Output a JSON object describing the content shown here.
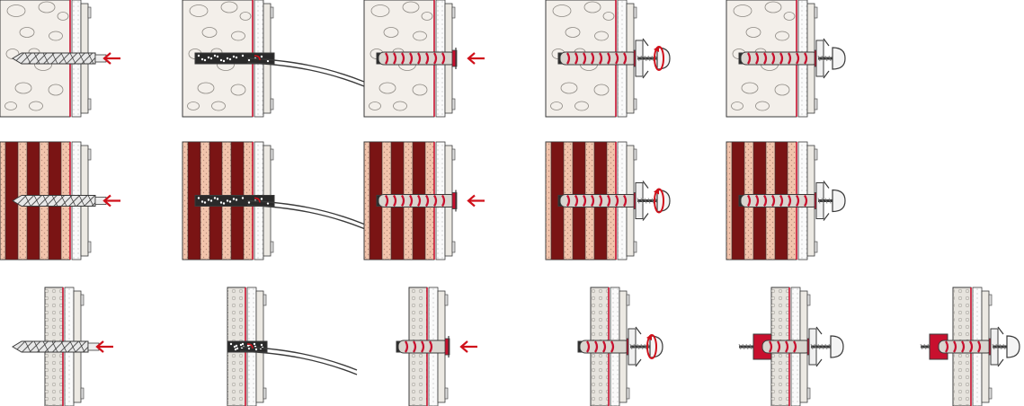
{
  "diagram": {
    "rows": [
      {
        "material": "solid-concrete",
        "steps": [
          "drill",
          "clean-bore-hole",
          "insert-plug",
          "drive-screw",
          "finished"
        ]
      },
      {
        "material": "perforated-brick",
        "steps": [
          "drill",
          "clean-bore-hole",
          "insert-plug",
          "drive-screw",
          "finished"
        ]
      },
      {
        "material": "hollow-panel",
        "steps": [
          "drill",
          "clean-bore-hole",
          "insert-plug",
          "drive-screw",
          "plug-knotted-behind-panel",
          "finished"
        ]
      }
    ]
  },
  "colors": {
    "plug_red": "#c8102e",
    "brick_dark": "#7a1414",
    "brick_light": "#f2c4ac",
    "concrete": "#f3efea",
    "panel": "#e6e3dd",
    "insulation": "#fafafa",
    "steel": "#d9d9d9",
    "line": "#3a3a3a",
    "arrow_red": "#d0101a"
  },
  "icons": [
    "arrow-left-icon",
    "rotate-icon"
  ]
}
